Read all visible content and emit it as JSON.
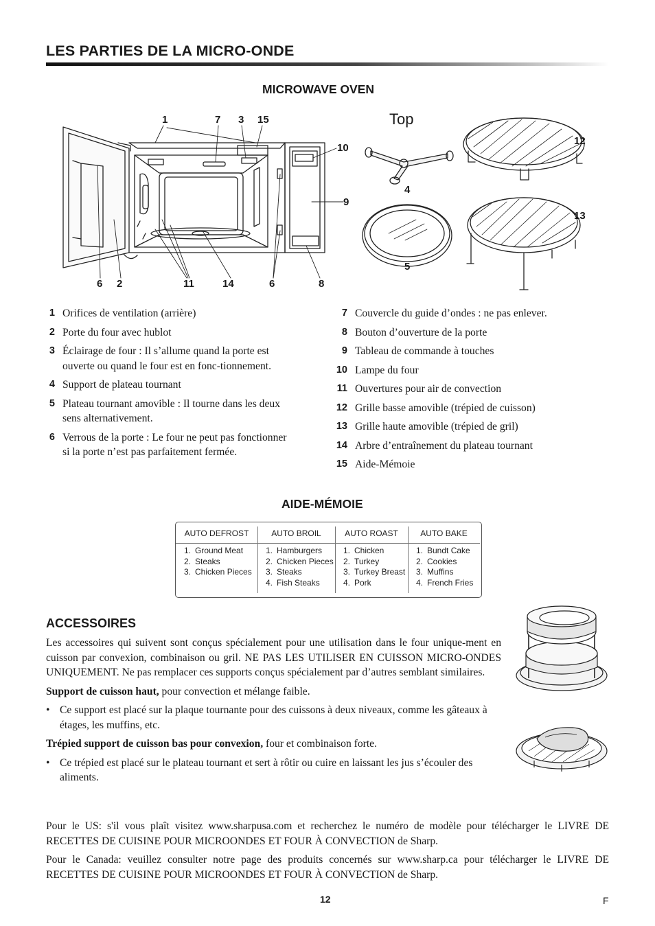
{
  "page": {
    "title": "LES PARTIES DE LA MICRO-ONDE",
    "page_number": "12",
    "language_marker": "F"
  },
  "diagram": {
    "heading": "MICROWAVE OVEN",
    "top_label": "Top",
    "callouts": [
      "1",
      "7",
      "3",
      "15",
      "10",
      "9",
      "6",
      "2",
      "11",
      "14",
      "6",
      "8",
      "4",
      "5",
      "12",
      "13"
    ]
  },
  "parts_left": [
    {
      "num": "1",
      "text": "Orifices de ventilation (arrière)"
    },
    {
      "num": "2",
      "text": "Porte du four avec hublot"
    },
    {
      "num": "3",
      "text": "Éclairage de four : Il s’allume quand la porte est ouverte ou quand le four est en fonc-tionnement."
    },
    {
      "num": "4",
      "text": "Support de plateau tournant"
    },
    {
      "num": "5",
      "text": "Plateau tournant amovible : Il tourne dans les deux sens alternativement."
    },
    {
      "num": "6",
      "text": "Verrous de la porte : Le four ne peut pas fonctionner si la porte n’est pas parfaitement fermée."
    }
  ],
  "parts_right": [
    {
      "num": "7",
      "text": "Couvercle du guide d’ondes : ne pas enlever."
    },
    {
      "num": "8",
      "text": "Bouton d’ouverture de la porte"
    },
    {
      "num": "9",
      "text": "Tableau de commande à touches"
    },
    {
      "num": "10",
      "text": "Lampe du four"
    },
    {
      "num": "11",
      "text": "Ouvertures pour air de convection"
    },
    {
      "num": "12",
      "text": "Grille basse amovible (trépied de cuisson)"
    },
    {
      "num": "13",
      "text": "Grille haute amovible (trépied de gril)"
    },
    {
      "num": "14",
      "text": "Arbre d’entraînement du plateau tournant"
    },
    {
      "num": "15",
      "text": "Aide-Mémoie"
    }
  ],
  "memo": {
    "heading": "AIDE-MÉMOIE",
    "columns": [
      {
        "header": "AUTO DEFROST",
        "items": [
          {
            "n": "1.",
            "t": "Ground Meat"
          },
          {
            "n": "2.",
            "t": "Steaks"
          },
          {
            "n": "3.",
            "t": "Chicken Pieces"
          }
        ]
      },
      {
        "header": "AUTO BROIL",
        "items": [
          {
            "n": "1.",
            "t": "Hamburgers"
          },
          {
            "n": "2.",
            "t": "Chicken Pieces"
          },
          {
            "n": "3.",
            "t": "Steaks"
          },
          {
            "n": "4.",
            "t": "Fish Steaks"
          }
        ]
      },
      {
        "header": "AUTO ROAST",
        "items": [
          {
            "n": "1.",
            "t": "Chicken"
          },
          {
            "n": "2.",
            "t": "Turkey"
          },
          {
            "n": "3.",
            "t": "Turkey Breast"
          },
          {
            "n": "4.",
            "t": "Pork"
          }
        ]
      },
      {
        "header": "AUTO BAKE",
        "items": [
          {
            "n": "1.",
            "t": "Bundt Cake"
          },
          {
            "n": "2.",
            "t": "Cookies"
          },
          {
            "n": "3.",
            "t": "Muffins"
          },
          {
            "n": "4.",
            "t": "French Fries"
          }
        ]
      }
    ]
  },
  "accessories": {
    "heading": "ACCESSOIRES",
    "intro": "Les accessoires qui suivent sont conçus spécialement pour une utilisation dans le four unique-ment en cuisson par convexion, combinaison ou gril. NE PAS LES UTILISER EN CUISSON MICRO-ONDES UNIQUEMENT. Ne pas remplacer ces supports conçus spécialement par d’autres semblant similaires.",
    "high_rack_title": "Support de cuisson haut,",
    "high_rack_rest": " pour convection et mélange faible.",
    "high_rack_bullet": "Ce support est placé sur la plaque tournante pour des cuissons à deux niveaux, comme les gâteaux à étages, les muffins, etc.",
    "low_rack_title": "Trépied support de cuisson bas pour convexion,",
    "low_rack_rest": " four et combinaison forte.",
    "low_rack_bullet": "Ce trépied est placé sur le plateau tournant et sert à rôtir ou cuire en laissant les jus s’écouler des aliments.",
    "bullet_glyph": "•"
  },
  "footer": {
    "us": "Pour le US: s'il vous plaît visitez www.sharpusa.com et recherchez le numéro de modèle pour télécharger le LIVRE DE RECETTES DE CUISINE POUR MICROONDES ET FOUR À CONVECTION de Sharp.",
    "canada": "Pour le Canada: veuillez consulter notre page des produits concernés sur www.sharp.ca pour télécharger le LIVRE DE RECETTES DE CUISINE POUR MICROONDES ET FOUR À CONVECTION de Sharp."
  }
}
